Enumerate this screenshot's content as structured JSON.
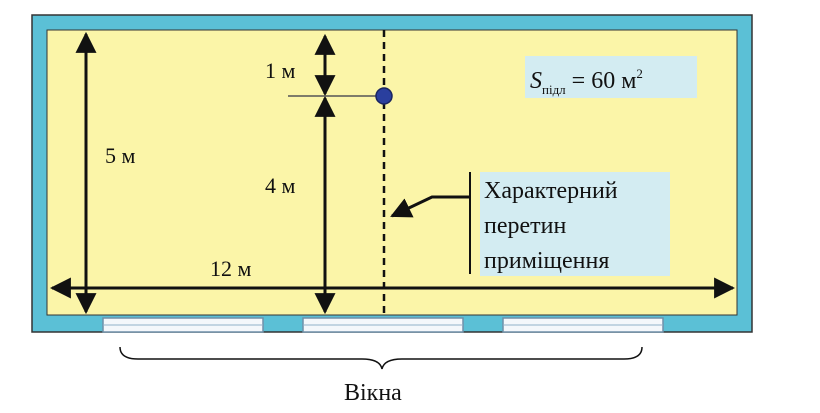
{
  "labels": {
    "height_total": "5 м",
    "height_top": "1 м",
    "height_bottom": "4 м",
    "width": "12 м",
    "area_symbol": "S",
    "area_subscript": "підл",
    "area_value": "= 60 м",
    "area_exponent": "2",
    "section_line1": "Характерний",
    "section_line2": "перетин",
    "section_line3": "приміщення",
    "windows": "Вікна"
  },
  "colors": {
    "wall": "#5bc0d6",
    "floor": "#fbf5a8",
    "label_box": "#d3ecf2",
    "point": "#2a3f9e",
    "line": "#111111"
  }
}
